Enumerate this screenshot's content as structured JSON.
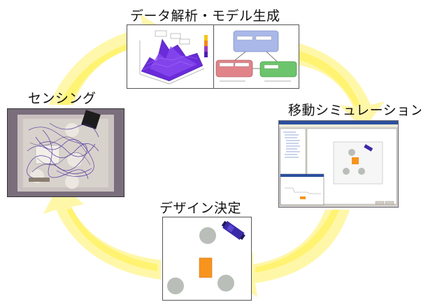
{
  "stages": {
    "analysis": "データ解析・モデル生成",
    "simulation": "移動シミュレーション",
    "design": "デザイン決定",
    "sensing": "センシング"
  },
  "colors": {
    "arrow_outer": "#fff9d6",
    "arrow_inner": "#fff04a",
    "orange": "#f7941d",
    "circle_gray": "#b9beb9",
    "robot_purple": "#3b2aa8",
    "node_blue": "#a9b8e8",
    "node_red": "#e0848a",
    "node_green": "#6cc46c"
  }
}
